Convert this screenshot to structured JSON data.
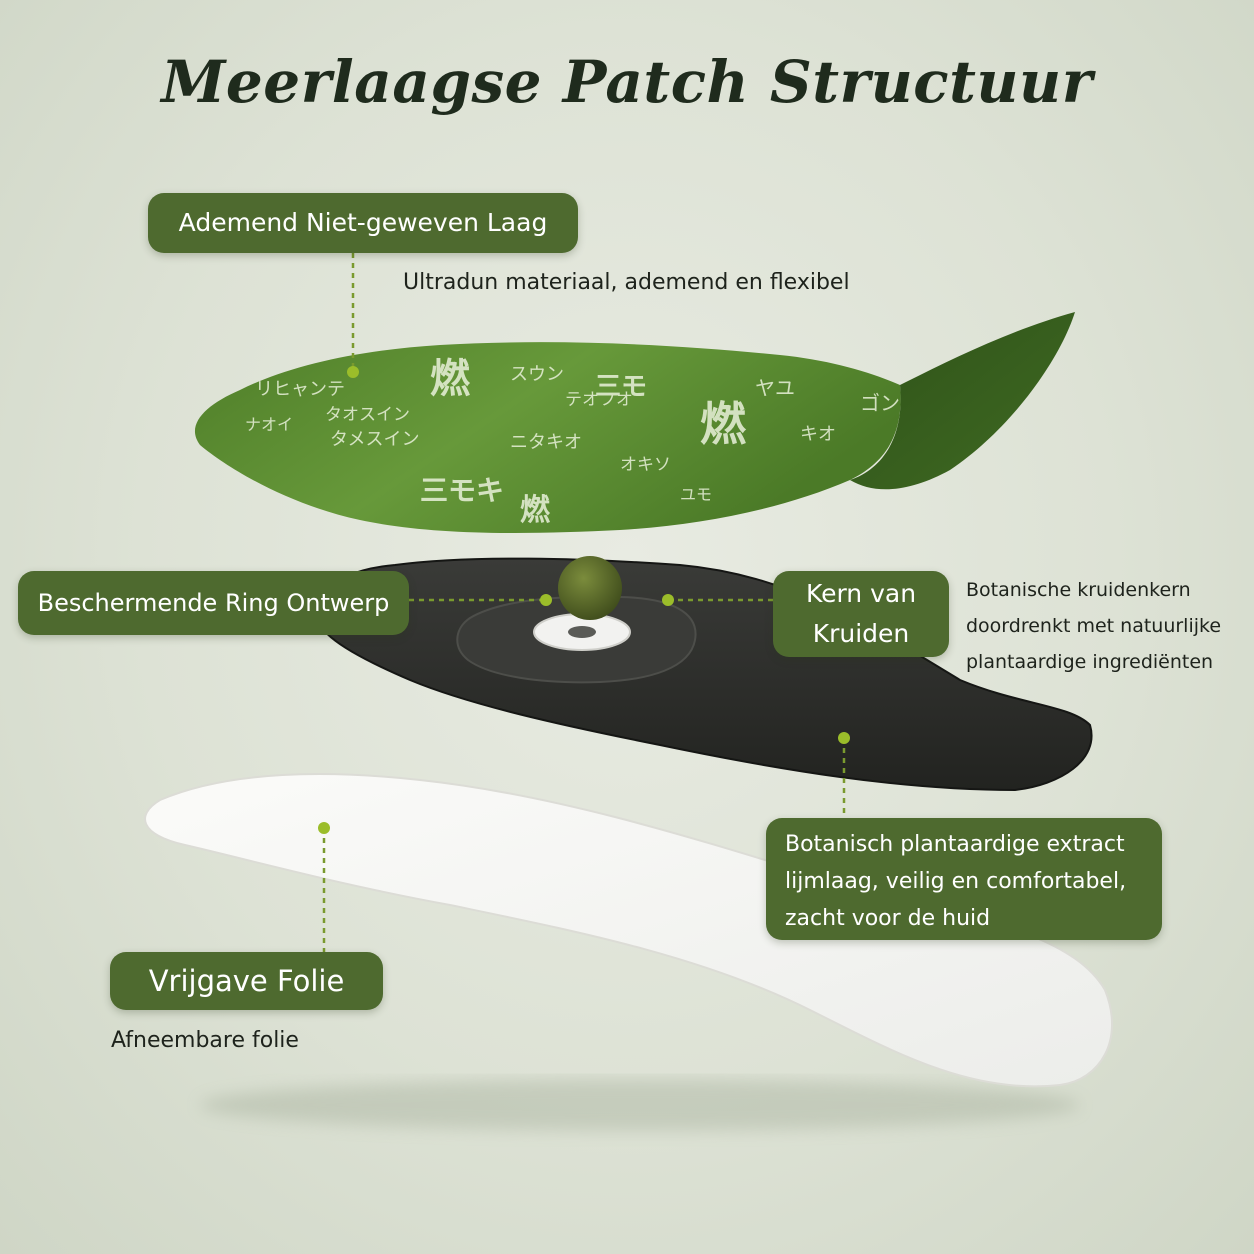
{
  "title": "Meerlaagse Patch Structuur",
  "layers": {
    "top": {
      "label": "Ademend Niet-geweven Laag",
      "description": "Ultradun materiaal, ademend en flexibel"
    },
    "ring": {
      "label": "Beschermende Ring Ontwerp"
    },
    "core": {
      "label_lines": [
        "Kern van",
        "Kruiden"
      ],
      "description_lines": [
        "Botanische kruidenkern",
        "doordrenkt met natuurlijke",
        "plantaardige ingrediënten"
      ]
    },
    "adhesive": {
      "label_lines": [
        "Botanisch plantaardige extract",
        "lijmlaag, veilig en comfortabel,",
        "zacht voor de huid"
      ]
    },
    "foil": {
      "label": "Vrijgave Folie",
      "description": "Afneembare folie"
    }
  },
  "colors": {
    "label_background": "#4e6a2f",
    "top_layer": "#5b8a32",
    "middle_layer": "#2a2b29",
    "bottom_layer": "#f4f4f1",
    "core_ball": "#55662a",
    "leader_line": "#7a9a2e",
    "leader_dot": "#9bbd2a"
  }
}
